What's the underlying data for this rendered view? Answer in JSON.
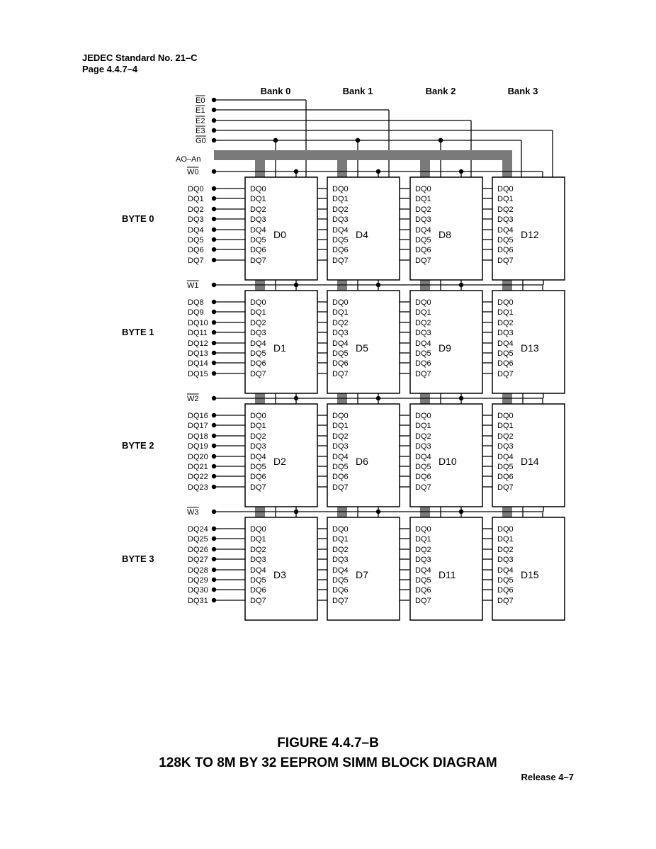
{
  "header": {
    "standard": "JEDEC Standard No. 21–C",
    "page": "Page 4.4.7–4"
  },
  "banks": [
    "Bank 0",
    "Bank 1",
    "Bank 2",
    "Bank 3"
  ],
  "enable_signals": [
    "E0",
    "E1",
    "E2",
    "E3"
  ],
  "output_enable": "G0",
  "address_bus": "AO–An",
  "write_signals": [
    "W0",
    "W1",
    "W2",
    "W3"
  ],
  "bytes": [
    {
      "label": "BYTE 0",
      "lines": [
        "DQ0",
        "DQ1",
        "DQ2",
        "DQ3",
        "DQ4",
        "DQ5",
        "DQ6",
        "DQ7"
      ],
      "devices": [
        "D0",
        "D4",
        "D8",
        "D12"
      ]
    },
    {
      "label": "BYTE 1",
      "lines": [
        "DQ8",
        "DQ9",
        "DQ10",
        "DQ11",
        "DQ12",
        "DQ13",
        "DQ14",
        "DQ15"
      ],
      "devices": [
        "D1",
        "D5",
        "D9",
        "D13"
      ]
    },
    {
      "label": "BYTE 2",
      "lines": [
        "DQ16",
        "DQ17",
        "DQ18",
        "DQ19",
        "DQ20",
        "DQ21",
        "DQ22",
        "DQ23"
      ],
      "devices": [
        "D2",
        "D6",
        "D10",
        "D14"
      ]
    },
    {
      "label": "BYTE 3",
      "lines": [
        "DQ24",
        "DQ25",
        "DQ26",
        "DQ27",
        "DQ28",
        "DQ29",
        "DQ30",
        "DQ31"
      ],
      "devices": [
        "D3",
        "D7",
        "D11",
        "D15"
      ]
    }
  ],
  "chip_pins": [
    "DQ0",
    "DQ1",
    "DQ2",
    "DQ3",
    "DQ4",
    "DQ5",
    "DQ6",
    "DQ7"
  ],
  "caption": {
    "figure": "FIGURE 4.4.7–B",
    "title": "128K TO 8M BY 32 EEPROM SIMM BLOCK DIAGRAM"
  },
  "release": "Release 4–7",
  "colors": {
    "line": "#000000",
    "bus": "#7a7a7a"
  }
}
